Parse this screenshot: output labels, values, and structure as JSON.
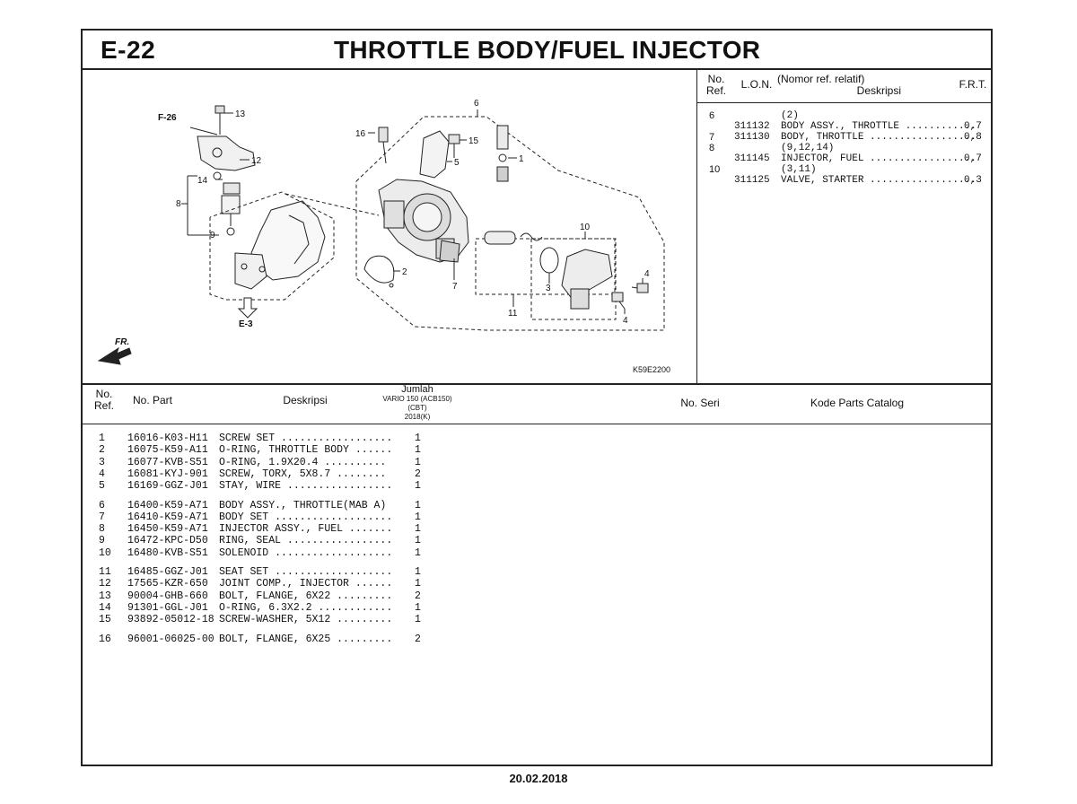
{
  "page_code": "E-22",
  "title": "THROTTLE BODY/FUEL INJECTOR",
  "right_panel": {
    "header": {
      "no_ref": [
        "No.",
        "Ref."
      ],
      "lon": "L.O.N.",
      "desc": [
        "(Nomor ref. relatif)",
        "Deskripsi"
      ],
      "frt": "F.R.T."
    },
    "rows": [
      {
        "ref": "6",
        "lon": "",
        "desc": "(2)",
        "frt": ""
      },
      {
        "ref": "",
        "lon": "311132",
        "desc": "BODY ASSY., THROTTLE ............",
        "frt": "0,7"
      },
      {
        "ref": "7",
        "lon": "311130",
        "desc": "BODY, THROTTLE ..................",
        "frt": "0,8"
      },
      {
        "ref": "8",
        "lon": "",
        "desc": "(9,12,14)",
        "frt": ""
      },
      {
        "ref": "",
        "lon": "311145",
        "desc": "INJECTOR, FUEL ..................",
        "frt": "0,7"
      },
      {
        "ref": "10",
        "lon": "",
        "desc": "(3,11)",
        "frt": ""
      },
      {
        "ref": "",
        "lon": "311125",
        "desc": "VALVE, STARTER ..................",
        "frt": "0,3"
      }
    ]
  },
  "diagram": {
    "code": "K59E2200",
    "labels": {
      "f26": "F-26",
      "e3": "E-3",
      "fr": "FR.",
      "n1": "1",
      "n2": "2",
      "n3": "3",
      "n4a": "4",
      "n4b": "4",
      "n5": "5",
      "n6": "6",
      "n7": "7",
      "n8": "8",
      "n9": "9",
      "n10": "10",
      "n11": "11",
      "n12": "12",
      "n13": "13",
      "n14": "14",
      "n15": "15",
      "n16": "16"
    }
  },
  "table_header": {
    "no_ref": [
      "No.",
      "Ref."
    ],
    "no_part": "No. Part",
    "desc": "Deskripsi",
    "qty": [
      "Jumlah",
      "VARIO 150 (ACB150)",
      "(CBT)",
      "2018(K)"
    ],
    "no_seri": "No. Seri",
    "catalog": "Kode Parts Catalog"
  },
  "parts": [
    {
      "ref": "1",
      "part": "16016-K03-H11",
      "desc": "SCREW SET ..................",
      "qty": "1"
    },
    {
      "ref": "2",
      "part": "16075-K59-A11",
      "desc": "O-RING, THROTTLE BODY ......",
      "qty": "1"
    },
    {
      "ref": "3",
      "part": "16077-KVB-S51",
      "desc": "O-RING, 1.9X20.4 ..........",
      "qty": "1"
    },
    {
      "ref": "4",
      "part": "16081-KYJ-901",
      "desc": "SCREW, TORX, 5X8.7 ........",
      "qty": "2"
    },
    {
      "ref": "5",
      "part": "16169-GGZ-J01",
      "desc": "STAY, WIRE .................",
      "qty": "1"
    },
    {
      "ref": "6",
      "part": "16400-K59-A71",
      "desc": "BODY ASSY., THROTTLE(MAB A)",
      "qty": "1"
    },
    {
      "ref": "7",
      "part": "16410-K59-A71",
      "desc": "BODY SET ...................",
      "qty": "1"
    },
    {
      "ref": "8",
      "part": "16450-K59-A71",
      "desc": "INJECTOR ASSY., FUEL .......",
      "qty": "1"
    },
    {
      "ref": "9",
      "part": "16472-KPC-D50",
      "desc": "RING, SEAL .................",
      "qty": "1"
    },
    {
      "ref": "10",
      "part": "16480-KVB-S51",
      "desc": "SOLENOID ...................",
      "qty": "1"
    },
    {
      "ref": "11",
      "part": "16485-GGZ-J01",
      "desc": "SEAT SET ...................",
      "qty": "1"
    },
    {
      "ref": "12",
      "part": "17565-KZR-650",
      "desc": "JOINT COMP., INJECTOR ......",
      "qty": "1"
    },
    {
      "ref": "13",
      "part": "90004-GHB-660",
      "desc": "BOLT, FLANGE, 6X22 .........",
      "qty": "2"
    },
    {
      "ref": "14",
      "part": "91301-GGL-J01",
      "desc": "O-RING, 6.3X2.2 ............",
      "qty": "1"
    },
    {
      "ref": "15",
      "part": "93892-05012-18",
      "desc": "SCREW-WASHER, 5X12 .........",
      "qty": "1"
    },
    {
      "ref": "16",
      "part": "96001-06025-00",
      "desc": "BOLT, FLANGE, 6X25 .........",
      "qty": "2"
    }
  ],
  "footer_date": "20.02.2018"
}
